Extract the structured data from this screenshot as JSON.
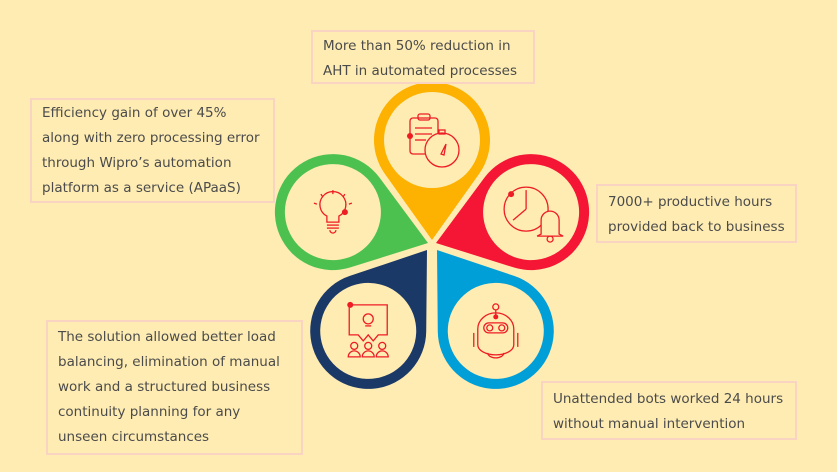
{
  "colors": {
    "background": "#feecb3",
    "box_border": "#f9d4c2",
    "text": "#4b4b4b",
    "icon": "#ee1c25",
    "yellow": "#fdb100",
    "red": "#f51534",
    "blue": "#019fd8",
    "navy": "#1b3967",
    "green": "#4dc150"
  },
  "petals": [
    {
      "id": "top",
      "color_key": "yellow",
      "icon": "clipboard-stopwatch-icon",
      "lines": [
        "More than 50% reduction in",
        "AHT in automated processes"
      ]
    },
    {
      "id": "right",
      "color_key": "red",
      "icon": "clock-bell-icon",
      "lines": [
        "7000+ productive hours",
        "provided back to business"
      ]
    },
    {
      "id": "bottom-right",
      "color_key": "blue",
      "icon": "robot-icon",
      "lines": [
        "Unattended bots worked 24 hours",
        "without manual intervention"
      ]
    },
    {
      "id": "bottom-left",
      "color_key": "navy",
      "icon": "presentation-audience-icon",
      "lines": [
        "The solution allowed better load",
        "balancing, elimination of manual",
        "work and a structured business",
        "continuity planning for any",
        "unseen circumstances"
      ]
    },
    {
      "id": "left",
      "color_key": "green",
      "icon": "lightbulb-icon",
      "lines": [
        "Efficiency gain of over 45%",
        "along with zero processing error",
        "through Wipro’s automation",
        "platform as a service (APaaS)"
      ]
    }
  ]
}
